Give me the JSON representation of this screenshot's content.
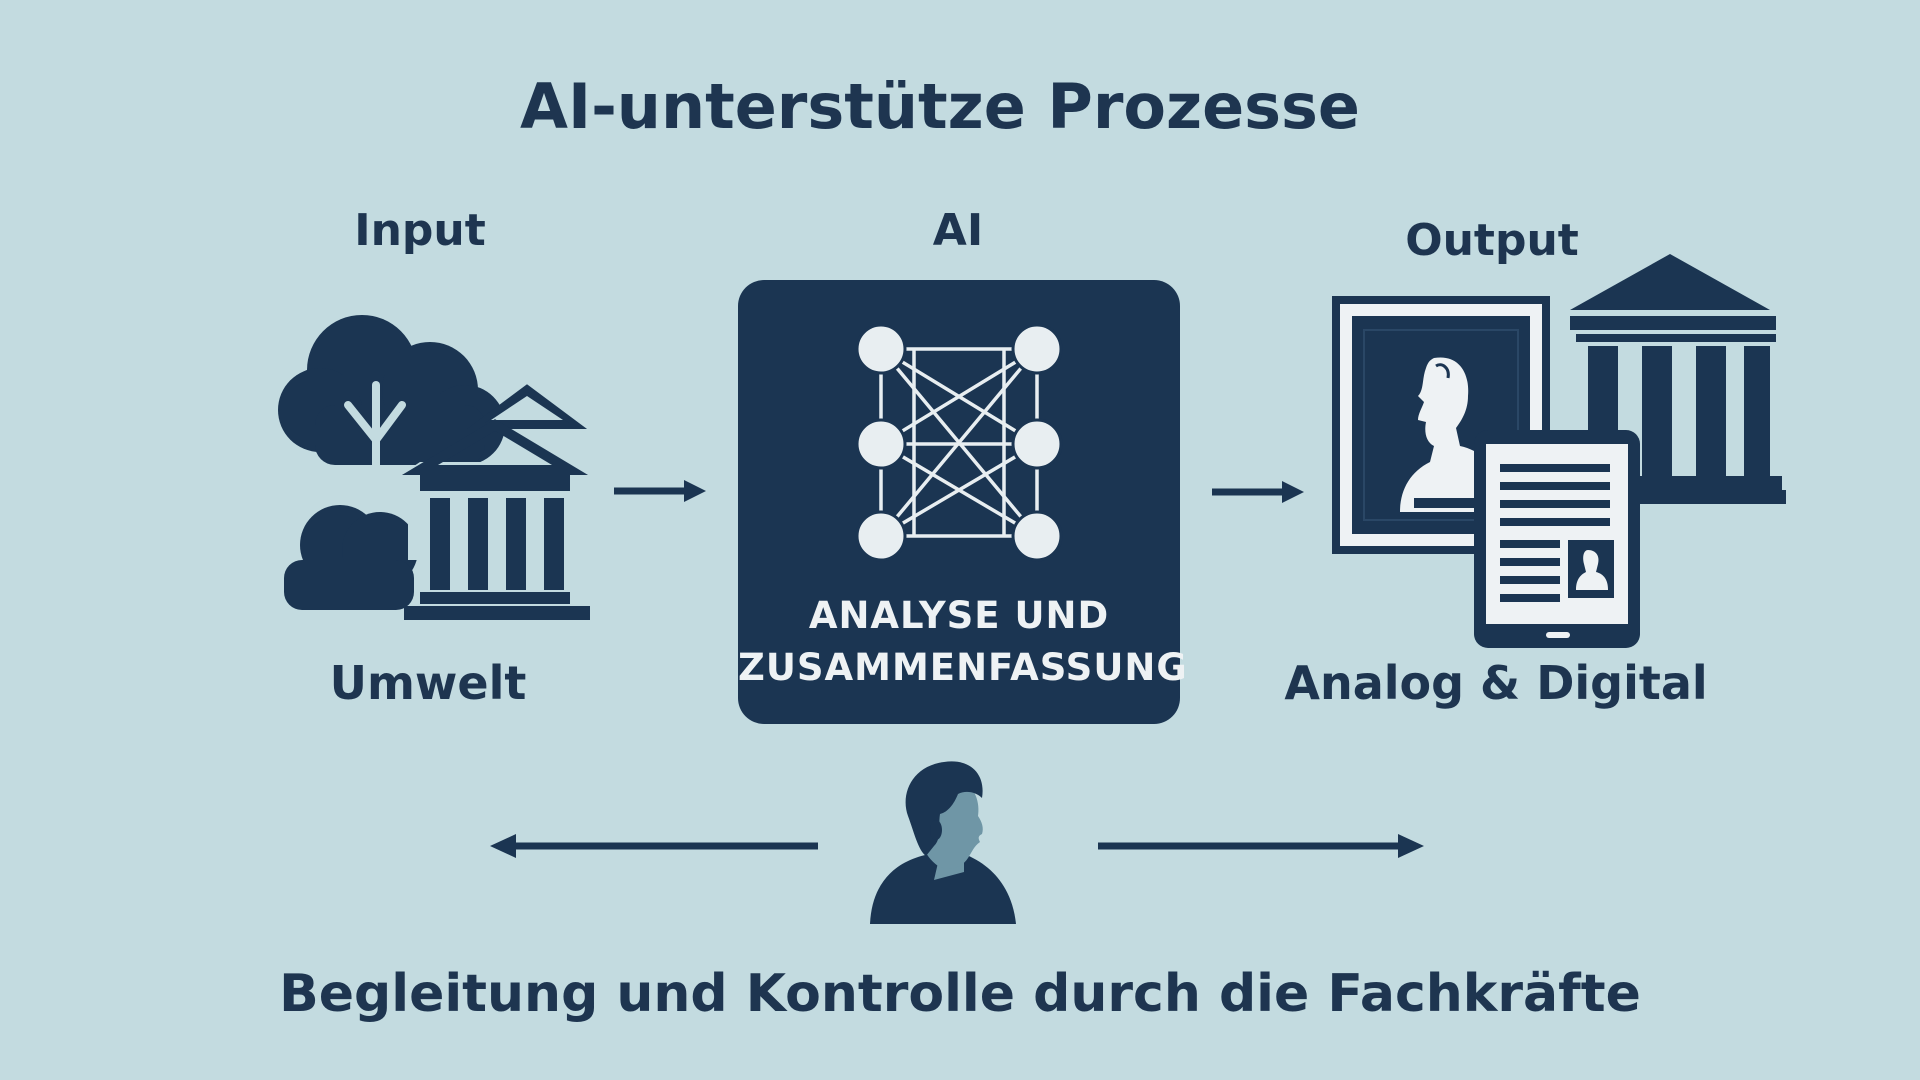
{
  "title": "AI-unterstütze Prozesse",
  "columns": {
    "input": {
      "heading": "Input",
      "caption": "Umwelt"
    },
    "ai": {
      "heading": "AI",
      "box_line1": "ANALYSE UND",
      "box_line2": "ZUSAMMENFASSUNG"
    },
    "output": {
      "heading": "Output",
      "caption": "Analog & Digital"
    }
  },
  "footer": "Begleitung und Kontrolle durch die Fachkräfte",
  "colors": {
    "background": "#c3dbe0",
    "navy": "#1b3552",
    "light": "#eef2f4",
    "face": "#6f96a6"
  },
  "icons": [
    "tree-icon",
    "museum-building-icon",
    "neural-network-icon",
    "framed-bust-icon",
    "temple-icon",
    "tablet-document-icon",
    "person-icon",
    "arrow-icon"
  ]
}
